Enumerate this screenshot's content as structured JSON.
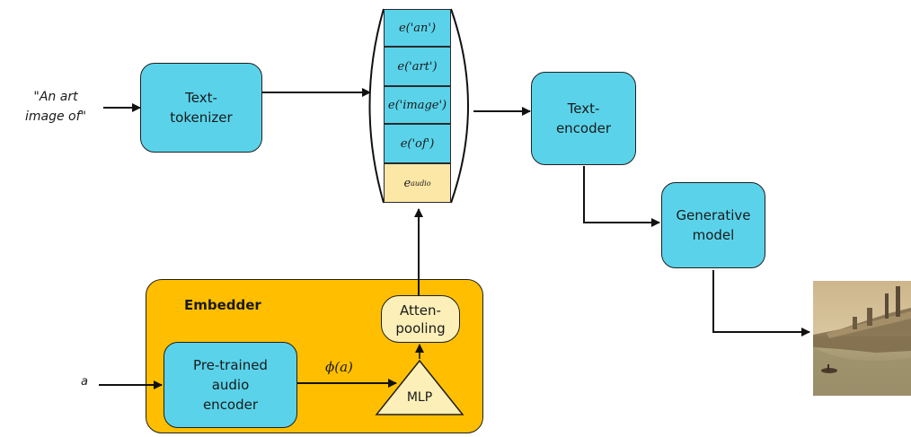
{
  "prompt_text": "\"An art\nimage of\"",
  "audio_input_label": "a",
  "nodes": {
    "text_tokenizer": "Text-\ntokenizer",
    "text_encoder": "Text-\nencoder",
    "generative_model": "Generative\nmodel",
    "pretrained_audio_encoder": "Pre-trained\naudio\nencoder",
    "attention_pooling": "Atten-\npooling",
    "mlp": "MLP",
    "embedder_title": "Embedder"
  },
  "tokens": [
    "e('an')",
    "e('art')",
    "e('image')",
    "e('of')"
  ],
  "audio_token": {
    "base": "e",
    "subscript": "audio"
  },
  "phi_label": "ϕ(a)",
  "colors": {
    "node_blue": "#5ad3ea",
    "embedder_orange": "#ffbf00",
    "pooling_cream": "#fcefb8",
    "audio_token_cream": "#fde7a6"
  }
}
